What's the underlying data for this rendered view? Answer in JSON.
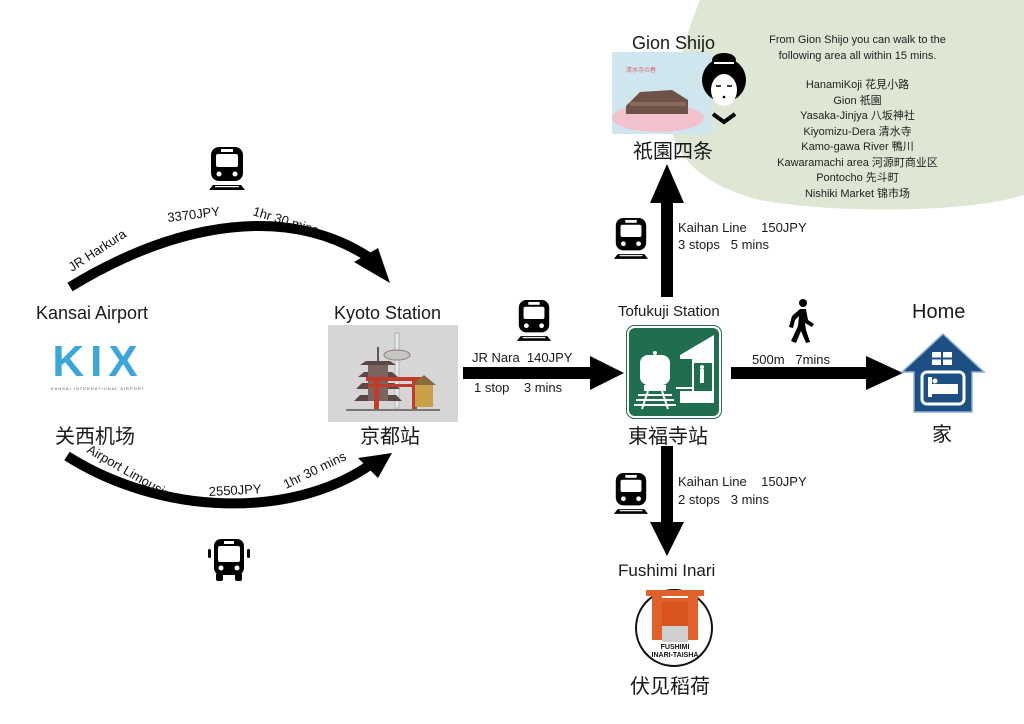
{
  "colors": {
    "green_blob": "#dde7d3",
    "station_sign_green": "#1f6e4f",
    "home_blue": "#1d4f84",
    "kix_blue": "#3aa6d9",
    "arrow": "#000000"
  },
  "nodes": {
    "kansai": {
      "name_en": "Kansai Airport",
      "name_cn": "关西机场",
      "logo_text": "KIX",
      "logo_sub": "KANSAI INTERNATIONAL AIRPORT"
    },
    "kyoto": {
      "name_en": "Kyoto Station",
      "name_cn": "京都站"
    },
    "tofukuji": {
      "name_en": "Tofukuji Station",
      "name_cn": "東福寺站"
    },
    "home": {
      "name_en": "Home",
      "name_cn": "家"
    },
    "gion": {
      "name_en": "Gion Shijo",
      "name_cn": "祇園四条"
    },
    "fushimi": {
      "name_en": "Fushimi Inari",
      "name_cn": "伏见稻荷",
      "badge_line1": "FUSHIMI",
      "badge_line2": "INARI-TAISHA"
    }
  },
  "routes": {
    "jr_harkura": {
      "icon": "train-icon",
      "line": "JR Harkura",
      "price": "3370JPY",
      "time": "1hr 30 mins"
    },
    "limousine": {
      "icon": "bus-icon",
      "line": "Airport Limousine",
      "price": "2550JPY",
      "time": "1hr 30 mins"
    },
    "jr_nara": {
      "icon": "train-icon",
      "line_price": "JR Nara  140JPY",
      "stops_time": "1 stop    3 mins"
    },
    "walk_home": {
      "icon": "walking-person-icon",
      "distance_time": "500m   7mins"
    },
    "kaihan_north": {
      "icon": "train-icon",
      "line_price": "Kaihan Line    150JPY",
      "stops_time": "3 stops   5 mins"
    },
    "kaihan_south": {
      "icon": "train-icon",
      "line_price": "Kaihan Line    150JPY",
      "stops_time": "2 stops   3 mins"
    }
  },
  "gion_info": {
    "intro_line1": "From Gion Shijo you can walk to the",
    "intro_line2": "following area all within 15 mins.",
    "places": [
      "HanamiKoji 花見小路",
      "Gion 祇園",
      "Yasaka-Jinjya 八坂神社",
      "Kiyomizu-Dera 清水寺",
      "Kamo-gawa River 鴨川",
      "Kawaramachi area 河源町商业区",
      "Pontocho 先斗町",
      "Nishiki Market  锦市场"
    ]
  }
}
